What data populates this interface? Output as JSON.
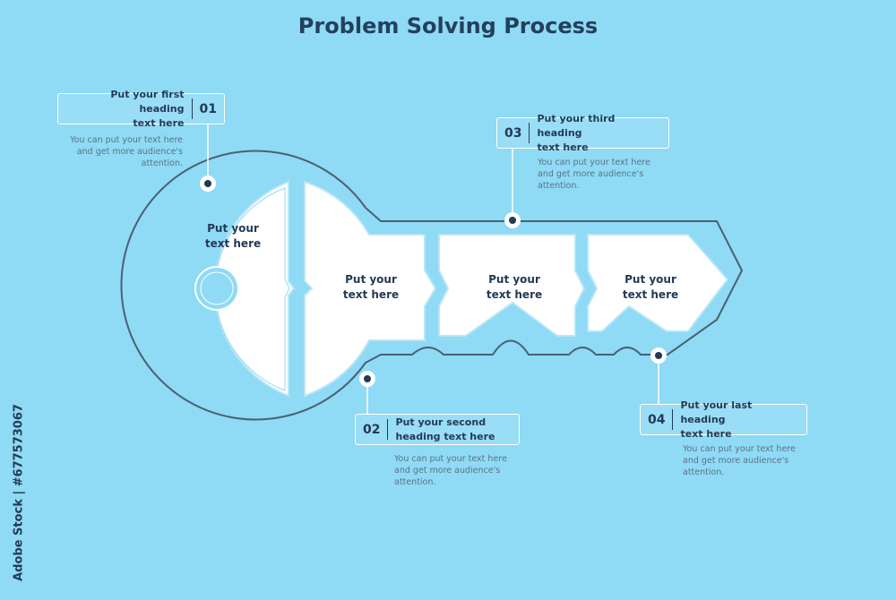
{
  "title": "Problem Solving Process",
  "segments": [
    {
      "label_line1": "Put your",
      "label_line2": "text here"
    },
    {
      "label_line1": "Put your",
      "label_line2": "text here"
    },
    {
      "label_line1": "Put your",
      "label_line2": "text here"
    },
    {
      "label_line1": "Put your",
      "label_line2": "text here"
    }
  ],
  "steps": [
    {
      "number": "01",
      "heading_line1": "Put your first heading",
      "heading_line2": "text here",
      "desc_line1": "You can put your text here",
      "desc_line2": "and get more audience's",
      "desc_line3": "attention."
    },
    {
      "number": "02",
      "heading_line1": "Put your second",
      "heading_line2": "heading text here",
      "desc_line1": "You can put your text here",
      "desc_line2": "and get more audience's",
      "desc_line3": "attention."
    },
    {
      "number": "03",
      "heading_line1": "Put your third heading",
      "heading_line2": "text here",
      "desc_line1": "You can put your text here",
      "desc_line2": "and get more audience's",
      "desc_line3": "attention."
    },
    {
      "number": "04",
      "heading_line1": "Put your last heading",
      "heading_line2": "text here",
      "desc_line1": "You can put your text here",
      "desc_line2": "and get more audience's",
      "desc_line3": "attention."
    }
  ],
  "watermark": "Adobe Stock | #677573067",
  "colors": {
    "background": "#8fdaf5",
    "outline": "#4a6072",
    "text": "#233a55",
    "shape_fill": "#ffffff"
  }
}
